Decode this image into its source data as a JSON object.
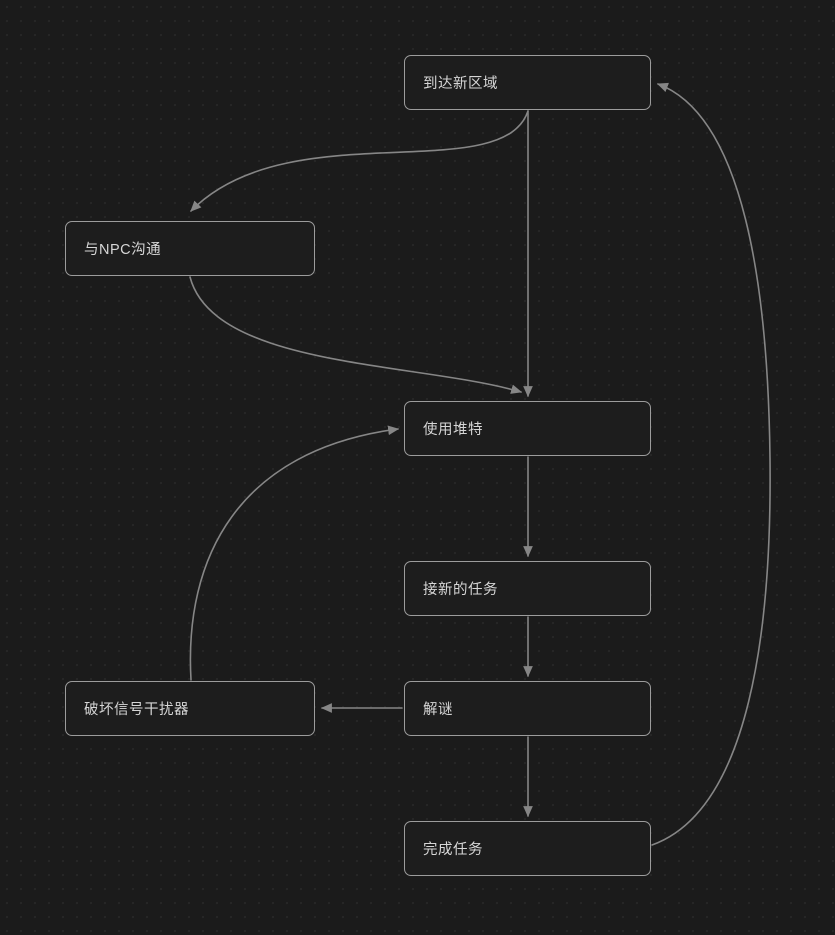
{
  "diagram": {
    "title": "game-quest-loop-flowchart",
    "theme": {
      "background": "#1b1b1b",
      "grid_dot": "#262626",
      "node_fill": "#1d1d1d",
      "node_border": "#9c9c9c",
      "edge": "#868686",
      "text": "#d6d6d6"
    },
    "nodes": [
      {
        "id": "arrive-new-area",
        "label": "到达新区域"
      },
      {
        "id": "talk-npc",
        "label": "与NPC沟通"
      },
      {
        "id": "use-duite",
        "label": "使用堆特"
      },
      {
        "id": "accept-new-task",
        "label": "接新的任务"
      },
      {
        "id": "destroy-jammer",
        "label": "破坏信号干扰器"
      },
      {
        "id": "solve-puzzle",
        "label": "解谜"
      },
      {
        "id": "complete-task",
        "label": "完成任务"
      }
    ],
    "edges": [
      {
        "from": "到达新区域",
        "to": "与NPC沟通"
      },
      {
        "from": "到达新区域",
        "to": "使用堆特"
      },
      {
        "from": "与NPC沟通",
        "to": "使用堆特"
      },
      {
        "from": "破坏信号干扰器",
        "to": "使用堆特"
      },
      {
        "from": "使用堆特",
        "to": "接新的任务"
      },
      {
        "from": "接新的任务",
        "to": "解谜"
      },
      {
        "from": "解谜",
        "to": "破坏信号干扰器"
      },
      {
        "from": "解谜",
        "to": "完成任务"
      },
      {
        "from": "完成任务",
        "to": "到达新区域"
      }
    ]
  }
}
